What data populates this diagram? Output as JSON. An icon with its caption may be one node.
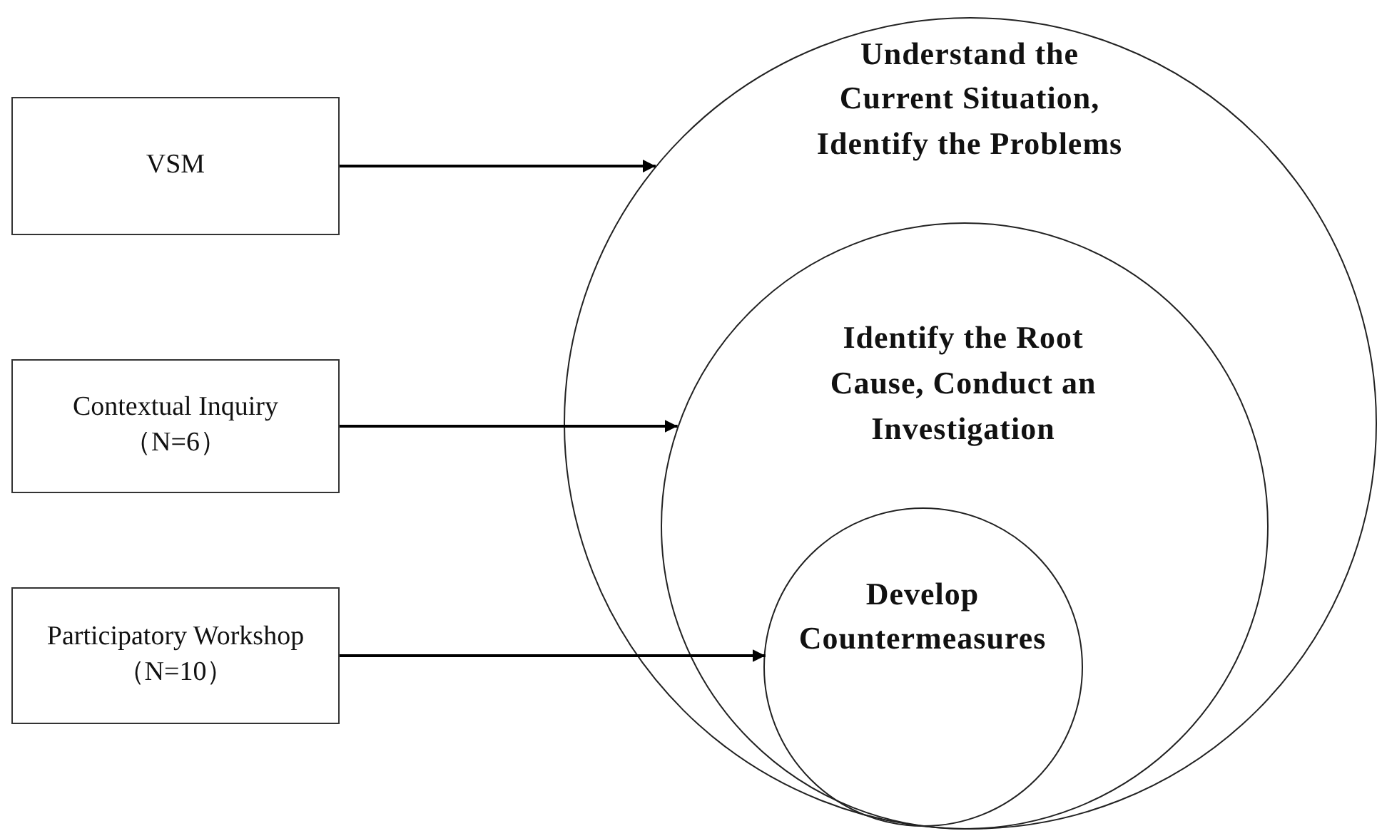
{
  "diagram": {
    "nodes": [
      {
        "text": [
          "VSM"
        ]
      },
      {
        "text": [
          "Contextual Inquiry （N=6）"
        ]
      },
      {
        "text": [
          "Participatory Workshop （N=10）"
        ]
      },
      {
        "text": [
          "Understand the Current Situation, Identify the Problems"
        ]
      },
      {
        "text": [
          "Identify the Root Cause, Conduct an Investigation"
        ],
        "in": 3
      },
      {
        "text": [
          "Develop Countermeasures"
        ],
        "in": 4
      }
    ],
    "edges": [
      {
        "from": 0,
        "to": 3,
        "arrow": "to"
      },
      {
        "from": 1,
        "to": 4,
        "arrow": "to"
      },
      {
        "from": 2,
        "to": 5,
        "arrow": "to"
      }
    ]
  }
}
